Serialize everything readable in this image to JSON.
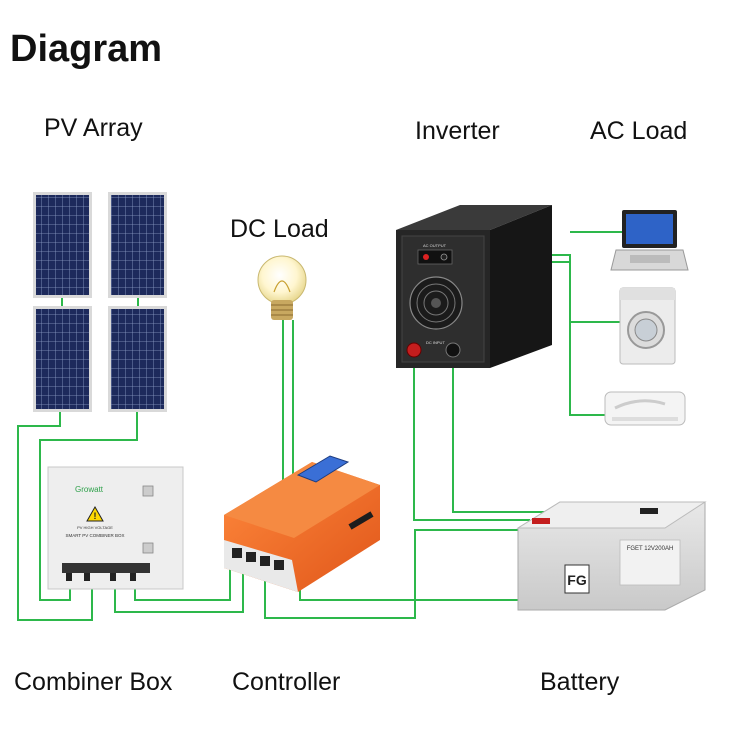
{
  "title": "Diagram",
  "labels": {
    "pv_array": "PV Array",
    "inverter": "Inverter",
    "ac_load": "AC Load",
    "dc_load": "DC Load",
    "combiner_box": "Combiner Box",
    "controller": "Controller",
    "battery": "Battery"
  },
  "combiner_box": {
    "brand": "Growatt",
    "name": "SMART PV COMBINER BOX",
    "warning": "PV HIGH VOLTAGE"
  },
  "battery": {
    "brand_logo": "FG",
    "model": "FGET 12V200AH"
  },
  "inverter": {
    "ac_output": "AC OUTPUT",
    "dc_input": "DC INPUT"
  },
  "colors": {
    "wire": "#2db84b",
    "controller_orange": "#f26b1d",
    "inverter_body": "#1f1f1f",
    "panel_blue": "#1d2a5c"
  }
}
